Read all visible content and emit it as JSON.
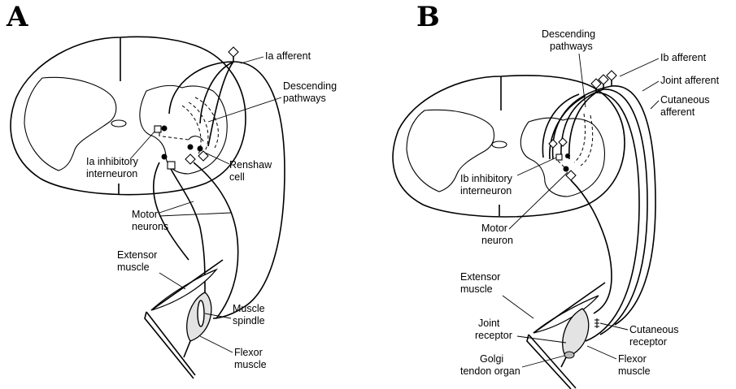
{
  "panels": {
    "a": {
      "letter": "A",
      "labels": {
        "ia_afferent": "Ia afferent",
        "descending_1": "Descending",
        "descending_2": "pathways",
        "ia_inhib_1": "Ia inhibitory",
        "ia_inhib_2": "interneuron",
        "renshaw_1": "Renshaw",
        "renshaw_2": "cell",
        "motor_1": "Motor",
        "motor_2": "neurons",
        "extensor_1": "Extensor",
        "extensor_2": "muscle",
        "spindle_1": "Muscle",
        "spindle_2": "spindle",
        "flexor_1": "Flexor",
        "flexor_2": "muscle"
      }
    },
    "b": {
      "letter": "B",
      "labels": {
        "descending_1": "Descending",
        "descending_2": "pathways",
        "ib_afferent": "Ib afferent",
        "joint_afferent": "Joint afferent",
        "cutaneous_1": "Cutaneous",
        "cutaneous_2": "afferent",
        "ib_inhib_1": "Ib inhibitory",
        "ib_inhib_2": "interneuron",
        "motor_1": "Motor",
        "motor_2": "neuron",
        "extensor_1": "Extensor",
        "extensor_2": "muscle",
        "joint_rec_1": "Joint",
        "joint_rec_2": "receptor",
        "cut_rec_1": "Cutaneous",
        "cut_rec_2": "receptor",
        "golgi_1": "Golgi",
        "golgi_2": "tendon organ",
        "flexor_1": "Flexor",
        "flexor_2": "muscle"
      }
    }
  }
}
